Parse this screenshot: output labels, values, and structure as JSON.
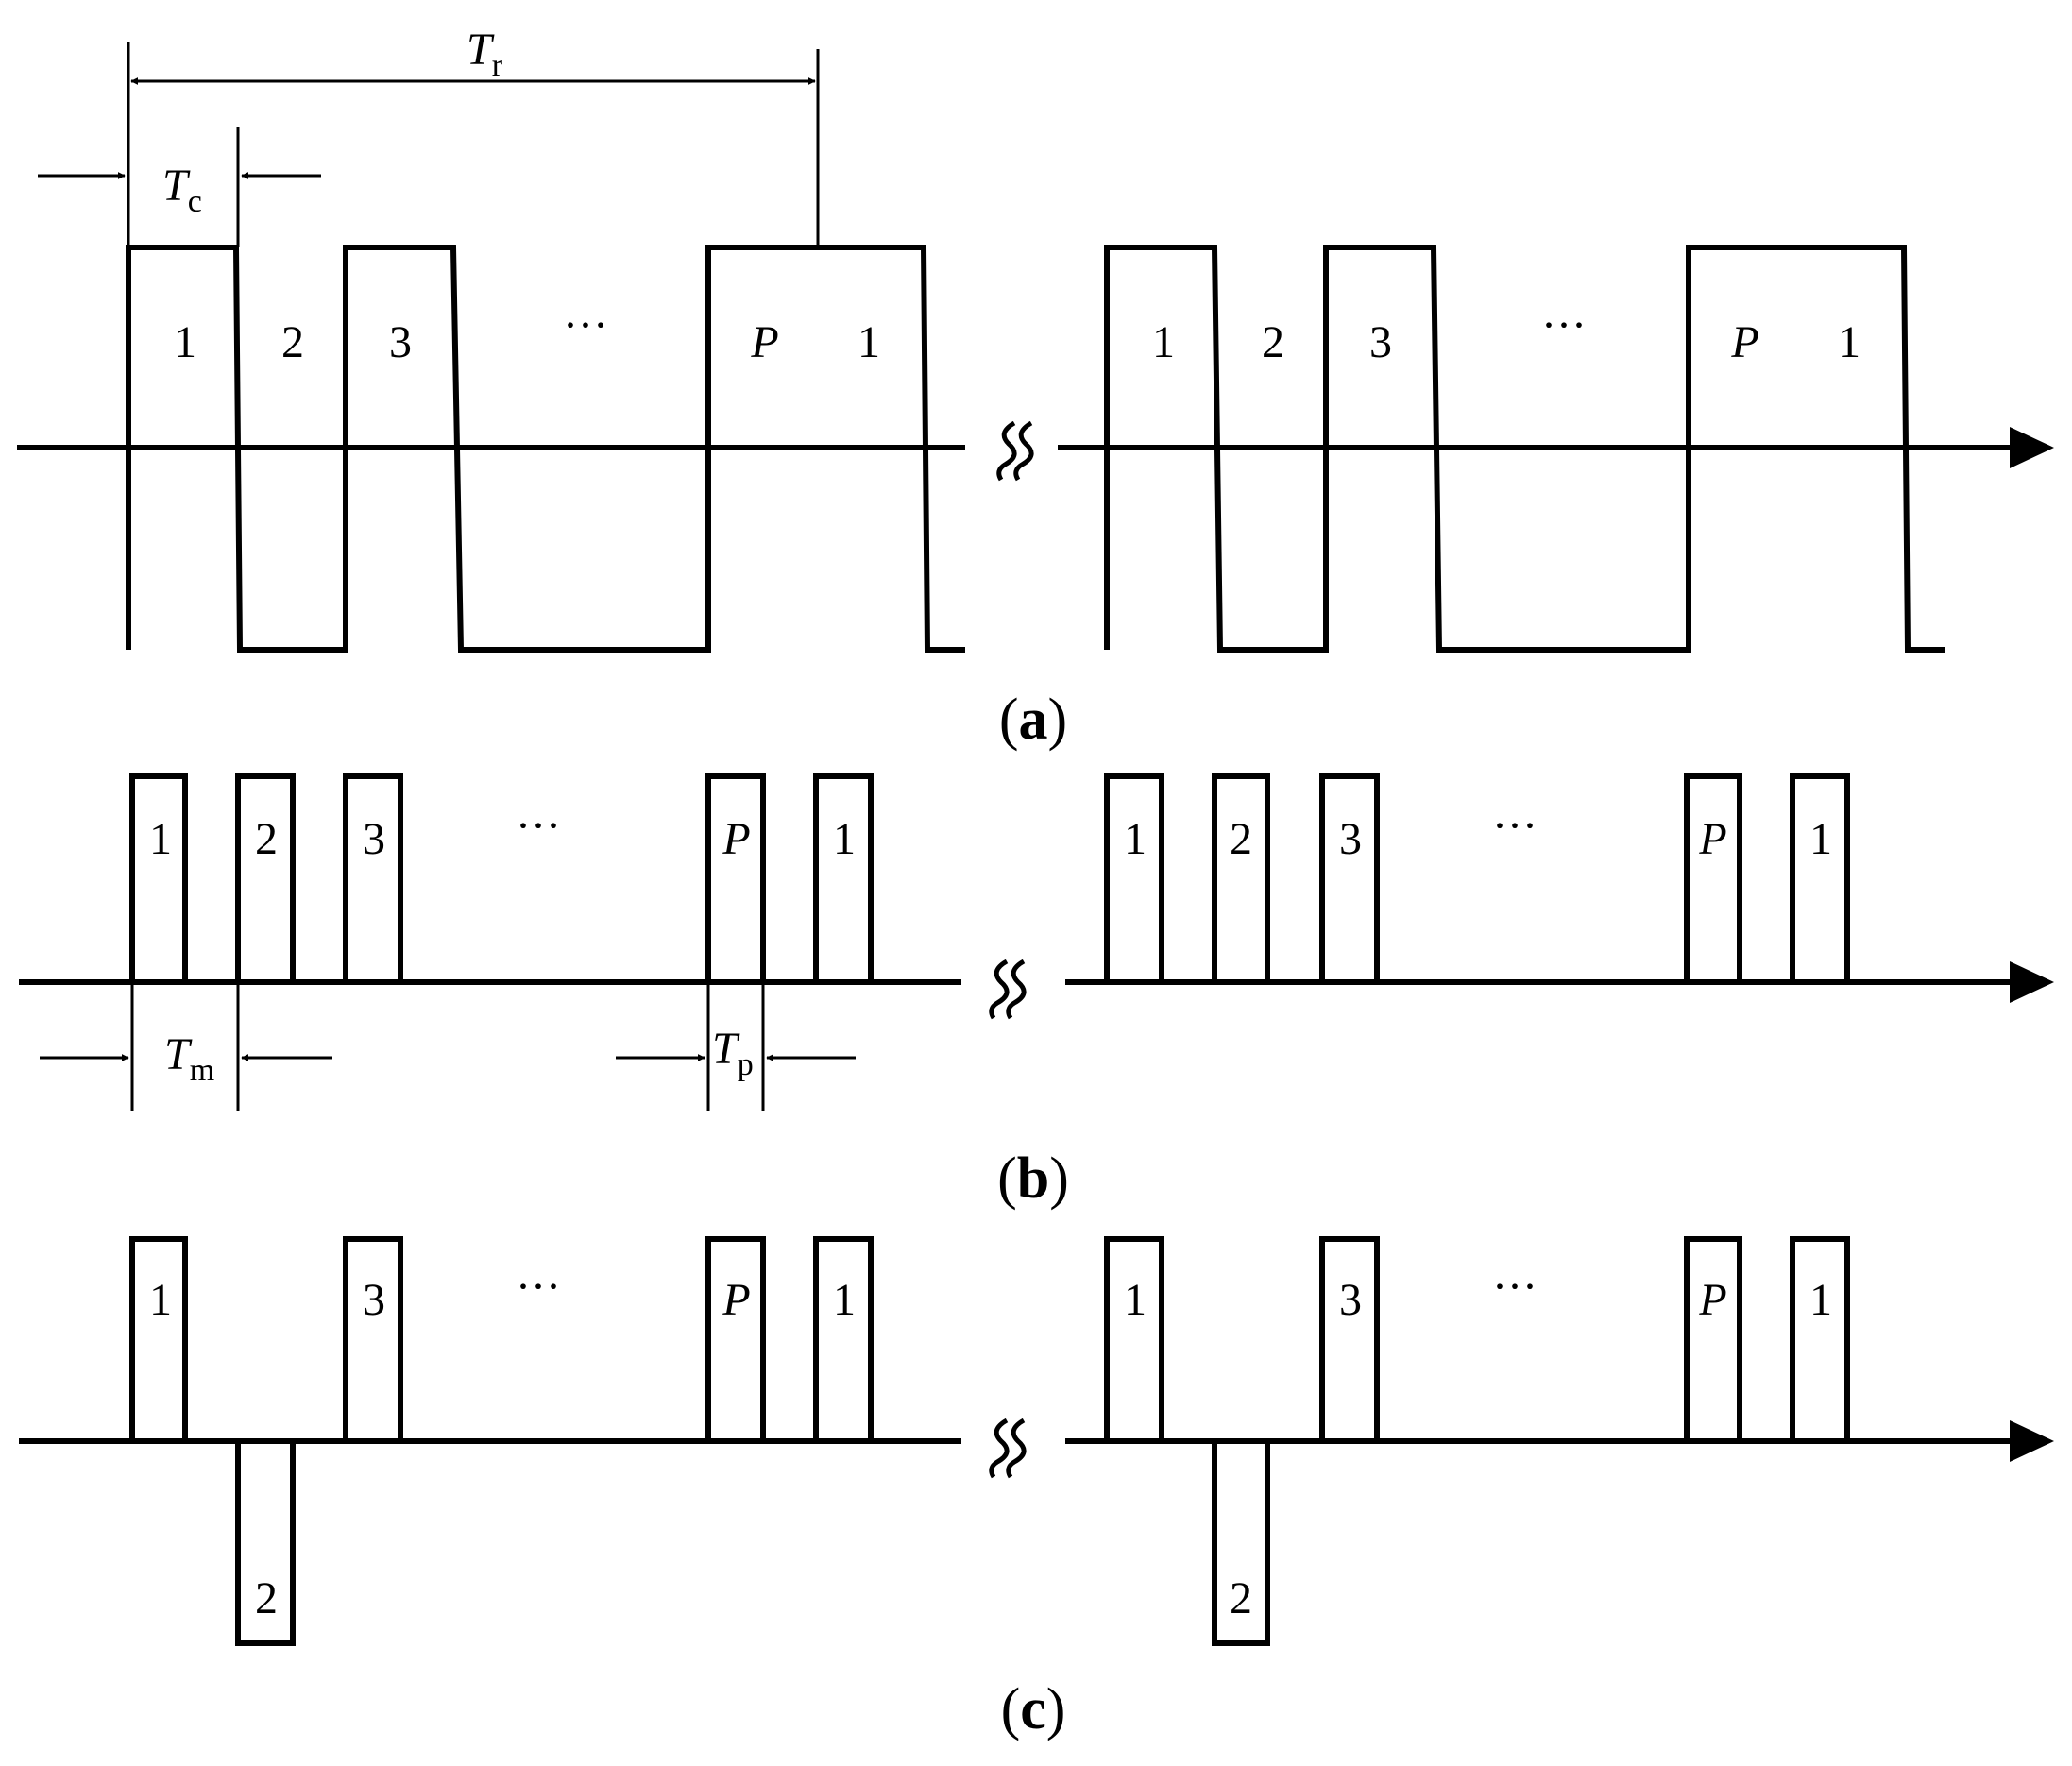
{
  "panel_a": {
    "caption_open": "(",
    "caption_letter": "a",
    "caption_close": ")",
    "pulse_labels": [
      "1",
      "2",
      "3",
      "···",
      "P",
      "1"
    ],
    "dim_tr_main": "T",
    "dim_tr_sub": "r",
    "dim_tc_main": "T",
    "dim_tc_sub": "c"
  },
  "panel_b": {
    "caption_open": "(",
    "caption_letter": "b",
    "caption_close": ")",
    "pulse_labels": [
      "1",
      "2",
      "3",
      "···",
      "P",
      "1"
    ],
    "dim_tm_main": "T",
    "dim_tm_sub": "m",
    "dim_tp_main": "T",
    "dim_tp_sub": "p"
  },
  "panel_c": {
    "caption_open": "(",
    "caption_letter": "c",
    "caption_close": ")",
    "pulse_labels": [
      "1",
      "2",
      "3",
      "···",
      "P",
      "1"
    ]
  },
  "break_symbol": "≈"
}
